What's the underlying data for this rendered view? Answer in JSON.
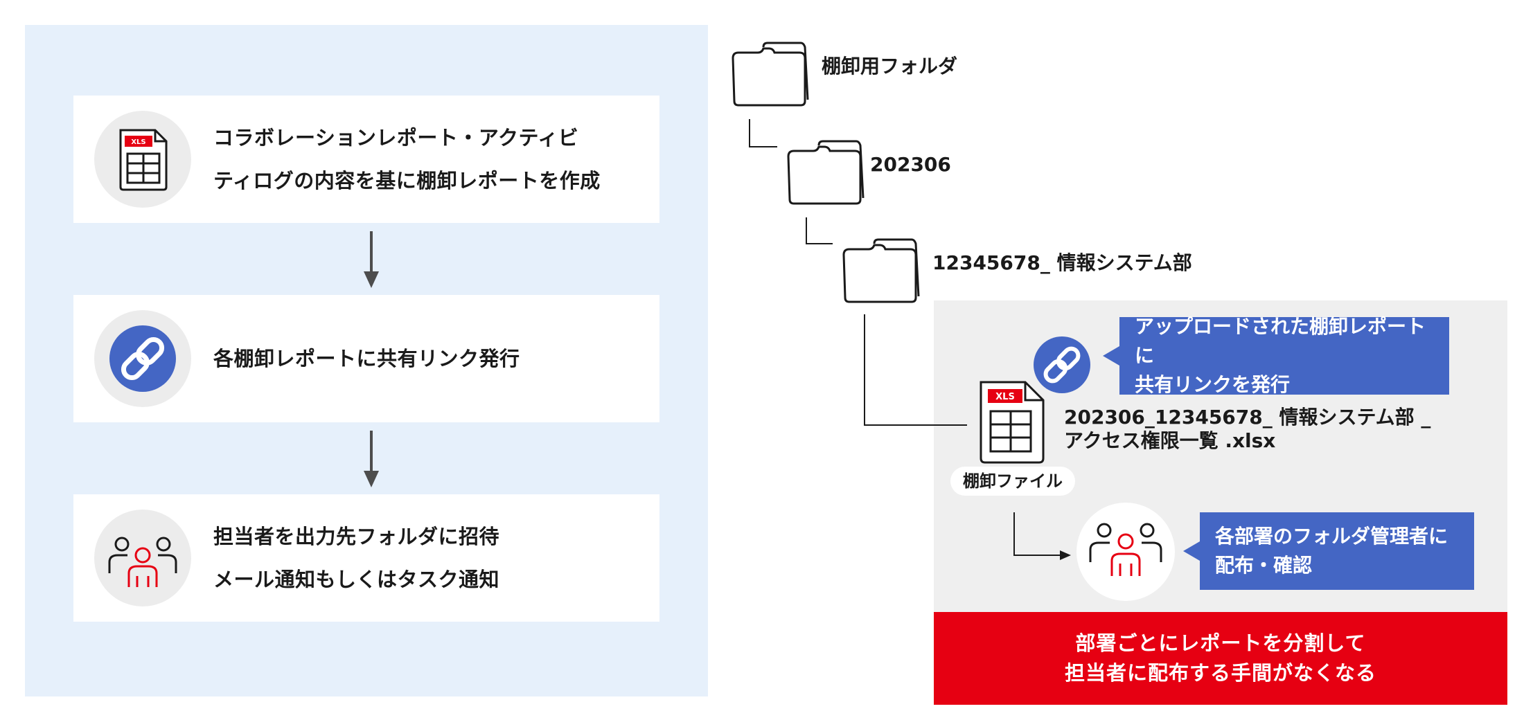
{
  "flow": {
    "steps": [
      {
        "lines": [
          "コラボレーションレポート・アクティビ",
          "ティログの内容を基に棚卸レポートを作成"
        ],
        "icon": "xls-file-icon"
      },
      {
        "lines": [
          "各棚卸レポートに共有リンク発行"
        ],
        "icon": "link-icon"
      },
      {
        "lines": [
          "担当者を出力先フォルダに招待",
          "メール通知もしくはタスク通知"
        ],
        "icon": "people-icon"
      }
    ],
    "xls_badge": "XLS"
  },
  "tree": {
    "folders": [
      "棚卸用フォルダ",
      "202306",
      "12345678_ 情報システム部"
    ],
    "file": {
      "name_lines": [
        "202306_12345678_ 情報システム部 _",
        "アクセス権限一覧 .xlsx"
      ],
      "label": "棚卸ファイル",
      "badge": "XLS"
    },
    "callouts": {
      "share": [
        "アップロードされた棚卸レポートに",
        "共有リンクを発行"
      ],
      "distribute": [
        "各部署のフォルダ管理者に",
        "配布・確認"
      ]
    }
  },
  "banner": {
    "lines": [
      "部署ごとにレポートを分割して",
      "担当者に配布する手間がなくなる"
    ]
  },
  "colors": {
    "left_panel_bg": "#e6f0fb",
    "accent_blue": "#4466c4",
    "accent_red": "#e60012",
    "right_panel_bg": "#efefef"
  }
}
